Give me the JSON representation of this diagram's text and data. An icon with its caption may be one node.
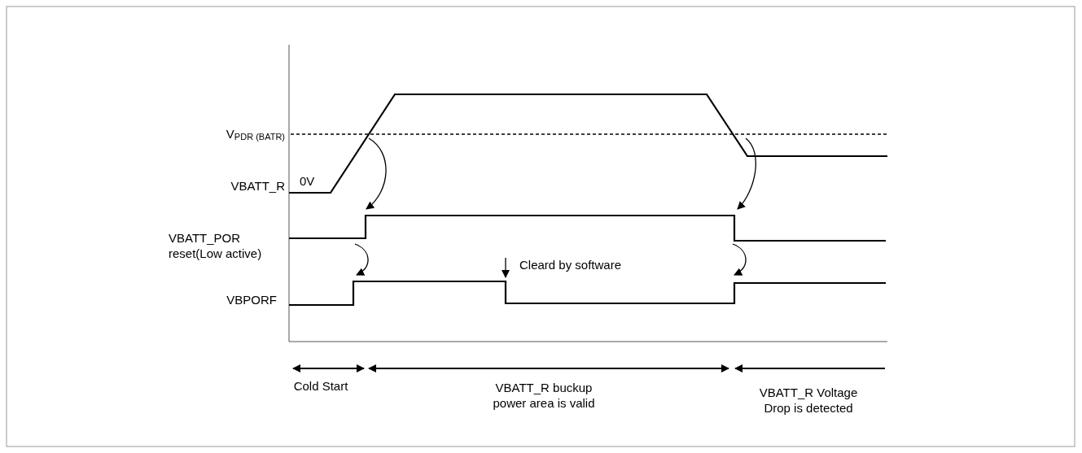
{
  "diagram": {
    "nodes": [
      {
        "text": [],
        "shape": "waveform"
      },
      {
        "text": [],
        "shape": "waveform"
      },
      {
        "text": [],
        "shape": "waveform"
      }
    ],
    "edges": [
      {
        "from": 0,
        "to": 1,
        "arrow": "to"
      },
      {
        "from": 0,
        "to": 1,
        "arrow": "to"
      },
      {
        "from": 1,
        "to": 2,
        "arrow": "to"
      },
      {
        "from": 1,
        "to": 2,
        "arrow": "to"
      }
    ],
    "labels": [
      "V$_{PDR (BATR)}$",
      "VBATT_R",
      "0V",
      "VBATT_POR reset(Low active)",
      "Cleard by software",
      "VBPORF",
      "Cold Start",
      "VBATT_R buckup power area is valid",
      "VBATT_R Voltage Drop is detected"
    ]
  }
}
